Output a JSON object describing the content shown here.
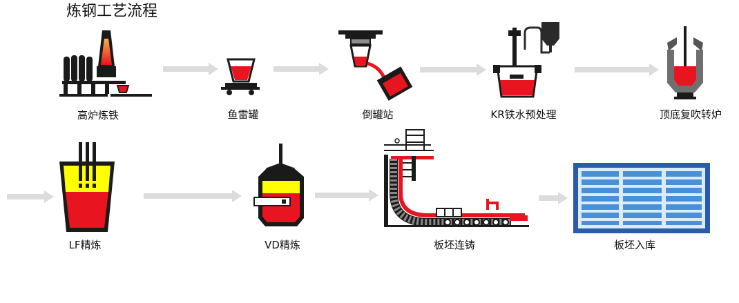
{
  "title": "炼钢工艺流程",
  "colors": {
    "molten": "#e8141f",
    "slag": "#ffff00",
    "vessel": "#1a1a1a",
    "flame": "#f07a1a",
    "arrow": "#dcdcdc",
    "warehouse_frame": "#2b5cab",
    "warehouse_slab": "#4a90d9",
    "warehouse_bg": "#d9ecfb"
  },
  "steps": [
    {
      "label": "高炉炼铁",
      "icon": "blast-furnace-icon"
    },
    {
      "label": "鱼雷罐",
      "icon": "torpedo-ladle-icon"
    },
    {
      "label": "倒罐站",
      "icon": "ladle-pouring-station-icon"
    },
    {
      "label": "KR铁水预处理",
      "icon": "kr-pretreatment-icon"
    },
    {
      "label": "顶底复吹转炉",
      "icon": "converter-icon"
    },
    {
      "label": "LF精炼",
      "icon": "lf-refining-icon"
    },
    {
      "label": "VD精炼",
      "icon": "vd-refining-icon"
    },
    {
      "label": "板坯连铸",
      "icon": "continuous-caster-icon"
    },
    {
      "label": "板坯入库",
      "icon": "slab-warehouse-icon"
    }
  ]
}
